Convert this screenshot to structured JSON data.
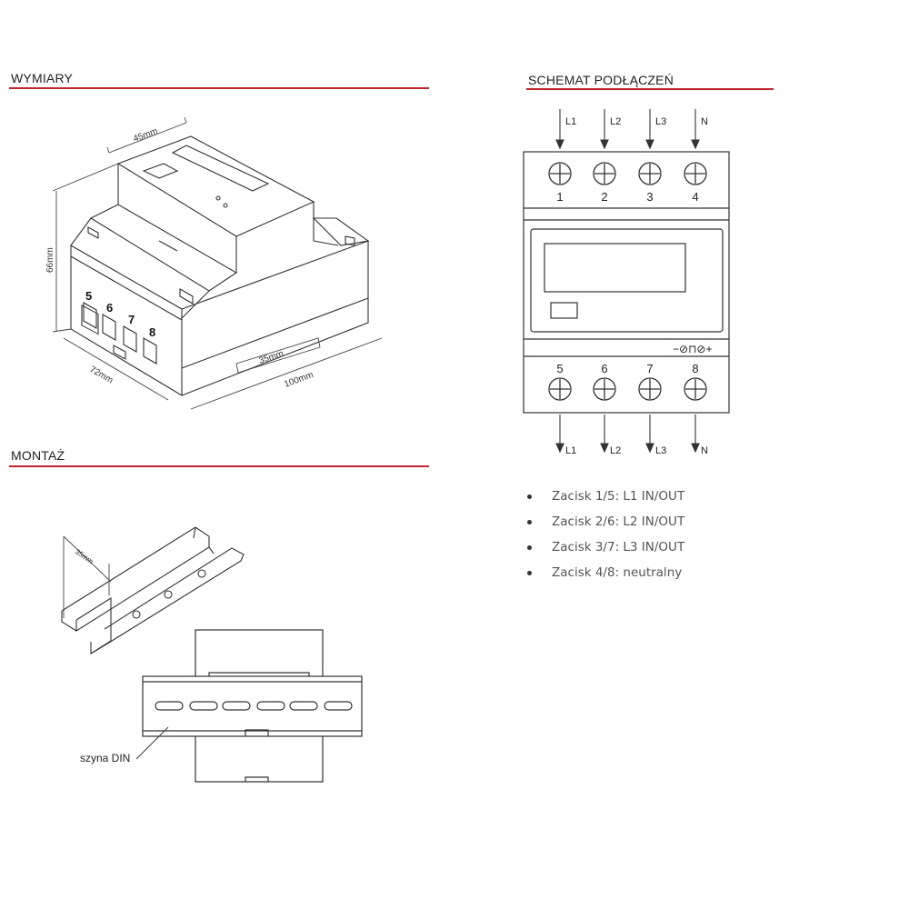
{
  "sections": {
    "dimensions_title": "WYMIARY",
    "mounting_title": "MONTAŻ",
    "wiring_title": "SCHEMAT PODŁĄCZEŃ"
  },
  "dimensions": {
    "width_top": "45mm",
    "height": "66mm",
    "depth": "72mm",
    "length": "100mm",
    "rail_width": "35mm",
    "terminal_labels": [
      "5",
      "6",
      "7",
      "8"
    ]
  },
  "mounting": {
    "rail_dim": "35mm",
    "din_label": "szyna DIN"
  },
  "wiring": {
    "top_inputs": [
      "L1",
      "L2",
      "L3",
      "N"
    ],
    "top_terminals": [
      "1",
      "2",
      "3",
      "4"
    ],
    "bottom_terminals": [
      "5",
      "6",
      "7",
      "8"
    ],
    "bottom_outputs": [
      "L1",
      "L2",
      "L3",
      "N"
    ],
    "pulse_label": "−⊘⊓⊘+",
    "legend": [
      "Zacisk 1/5: L1 IN/OUT",
      "Zacisk 2/6: L2 IN/OUT",
      "Zacisk 3/7: L3 IN/OUT",
      "Zacisk 4/8: neutralny"
    ]
  },
  "colors": {
    "accent_rule": "#c0272d",
    "line": "#333333"
  }
}
